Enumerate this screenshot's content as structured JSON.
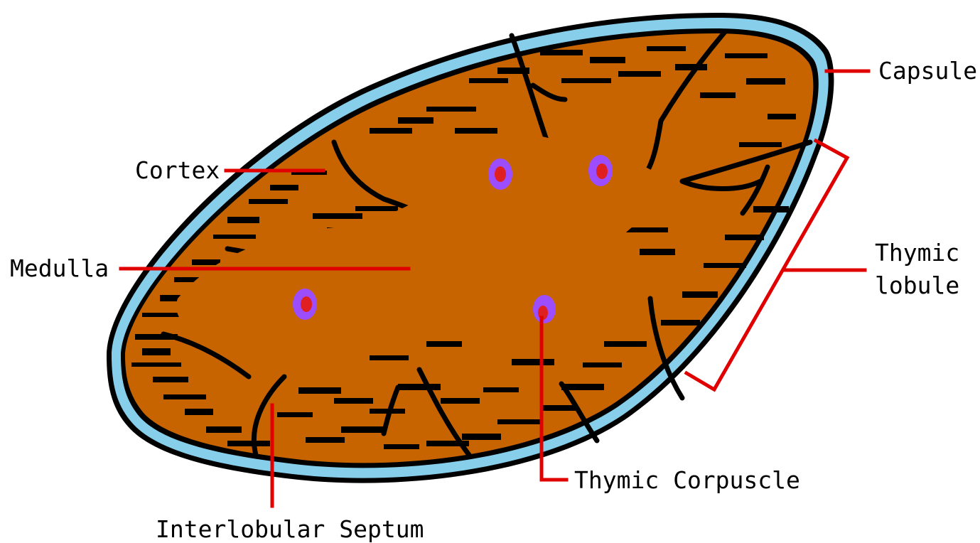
{
  "labels": {
    "capsule": "Capsule",
    "cortex": "Cortex",
    "medulla": "Medulla",
    "thymic_lobule_line1": "Thymic",
    "thymic_lobule_line2": "lobule",
    "thymic_corpuscle": "Thymic Corpuscle",
    "interlobular_septum": "Interlobular Septum"
  },
  "colors": {
    "capsule": "#87CEEB",
    "tissue": "#C86400",
    "outline": "#000000",
    "leader": "#E00000",
    "corpuscle_outer": "#9B4DFF",
    "corpuscle_inner": "#E02020"
  }
}
